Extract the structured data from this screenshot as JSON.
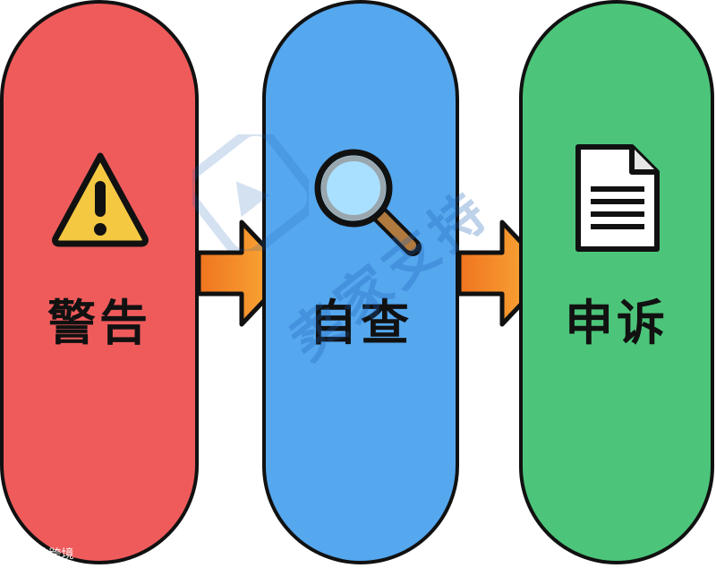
{
  "steps": [
    {
      "label": "警告",
      "icon": "warning-icon",
      "color": "#ef5b5b"
    },
    {
      "label": "自查",
      "icon": "magnifier-icon",
      "color": "#55a7ee"
    },
    {
      "label": "申诉",
      "icon": "document-icon",
      "color": "#4cc57a"
    }
  ],
  "arrow_color": "#f59a2e",
  "watermark": {
    "text": "卖家支持"
  },
  "corner_mark": {
    "text": "© 大数跨境"
  }
}
